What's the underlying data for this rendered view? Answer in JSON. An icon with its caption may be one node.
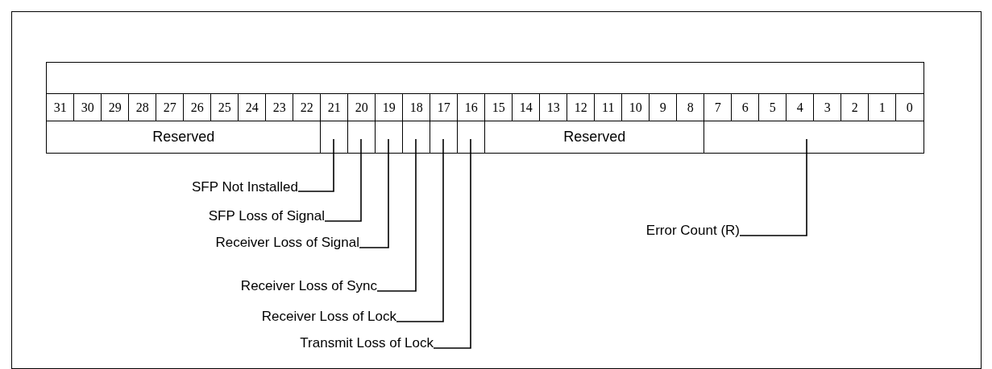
{
  "diagram": {
    "nodes": [
      {
        "text": [
          "Reserved"
        ]
      },
      {
        "text": [],
        "shape": "box"
      },
      {
        "text": [],
        "shape": "box"
      },
      {
        "text": [],
        "shape": "box"
      },
      {
        "text": [],
        "shape": "box"
      },
      {
        "text": [],
        "shape": "box"
      },
      {
        "text": [],
        "shape": "box"
      },
      {
        "text": [
          "Reserved"
        ]
      },
      {
        "text": [],
        "shape": "box"
      },
      {
        "text": [
          "SFP Not Installed"
        ]
      },
      {
        "text": [
          "SFP Loss of Signal"
        ]
      },
      {
        "text": [
          "Error Count (R)"
        ]
      },
      {
        "text": [
          "Receiver Loss of Signal"
        ]
      },
      {
        "text": [
          "Receiver Loss of Sync"
        ]
      },
      {
        "text": [
          "Receiver Loss of Lock"
        ]
      },
      {
        "text": [
          "Transmit Loss of Lock"
        ]
      }
    ],
    "edges": [
      {
        "from": 9,
        "to": 1,
        "arrow": "none"
      },
      {
        "from": 10,
        "to": 2,
        "arrow": "none"
      },
      {
        "from": 11,
        "to": 8,
        "arrow": "none"
      },
      {
        "from": 12,
        "to": 3,
        "arrow": "none"
      },
      {
        "from": 13,
        "to": 4,
        "arrow": "none"
      },
      {
        "from": 14,
        "to": 5,
        "arrow": "none"
      },
      {
        "from": 15,
        "to": 6,
        "arrow": "none"
      }
    ],
    "labels": [
      "31",
      "30",
      "29",
      "28",
      "27",
      "26",
      "25",
      "24",
      "23",
      "22",
      "21",
      "20",
      "19",
      "18",
      "17",
      "16",
      "15",
      "14",
      "13",
      "12",
      "11",
      "10",
      "9",
      "8",
      "7",
      "6",
      "5",
      "4",
      "3",
      "2",
      "1",
      "0"
    ]
  }
}
